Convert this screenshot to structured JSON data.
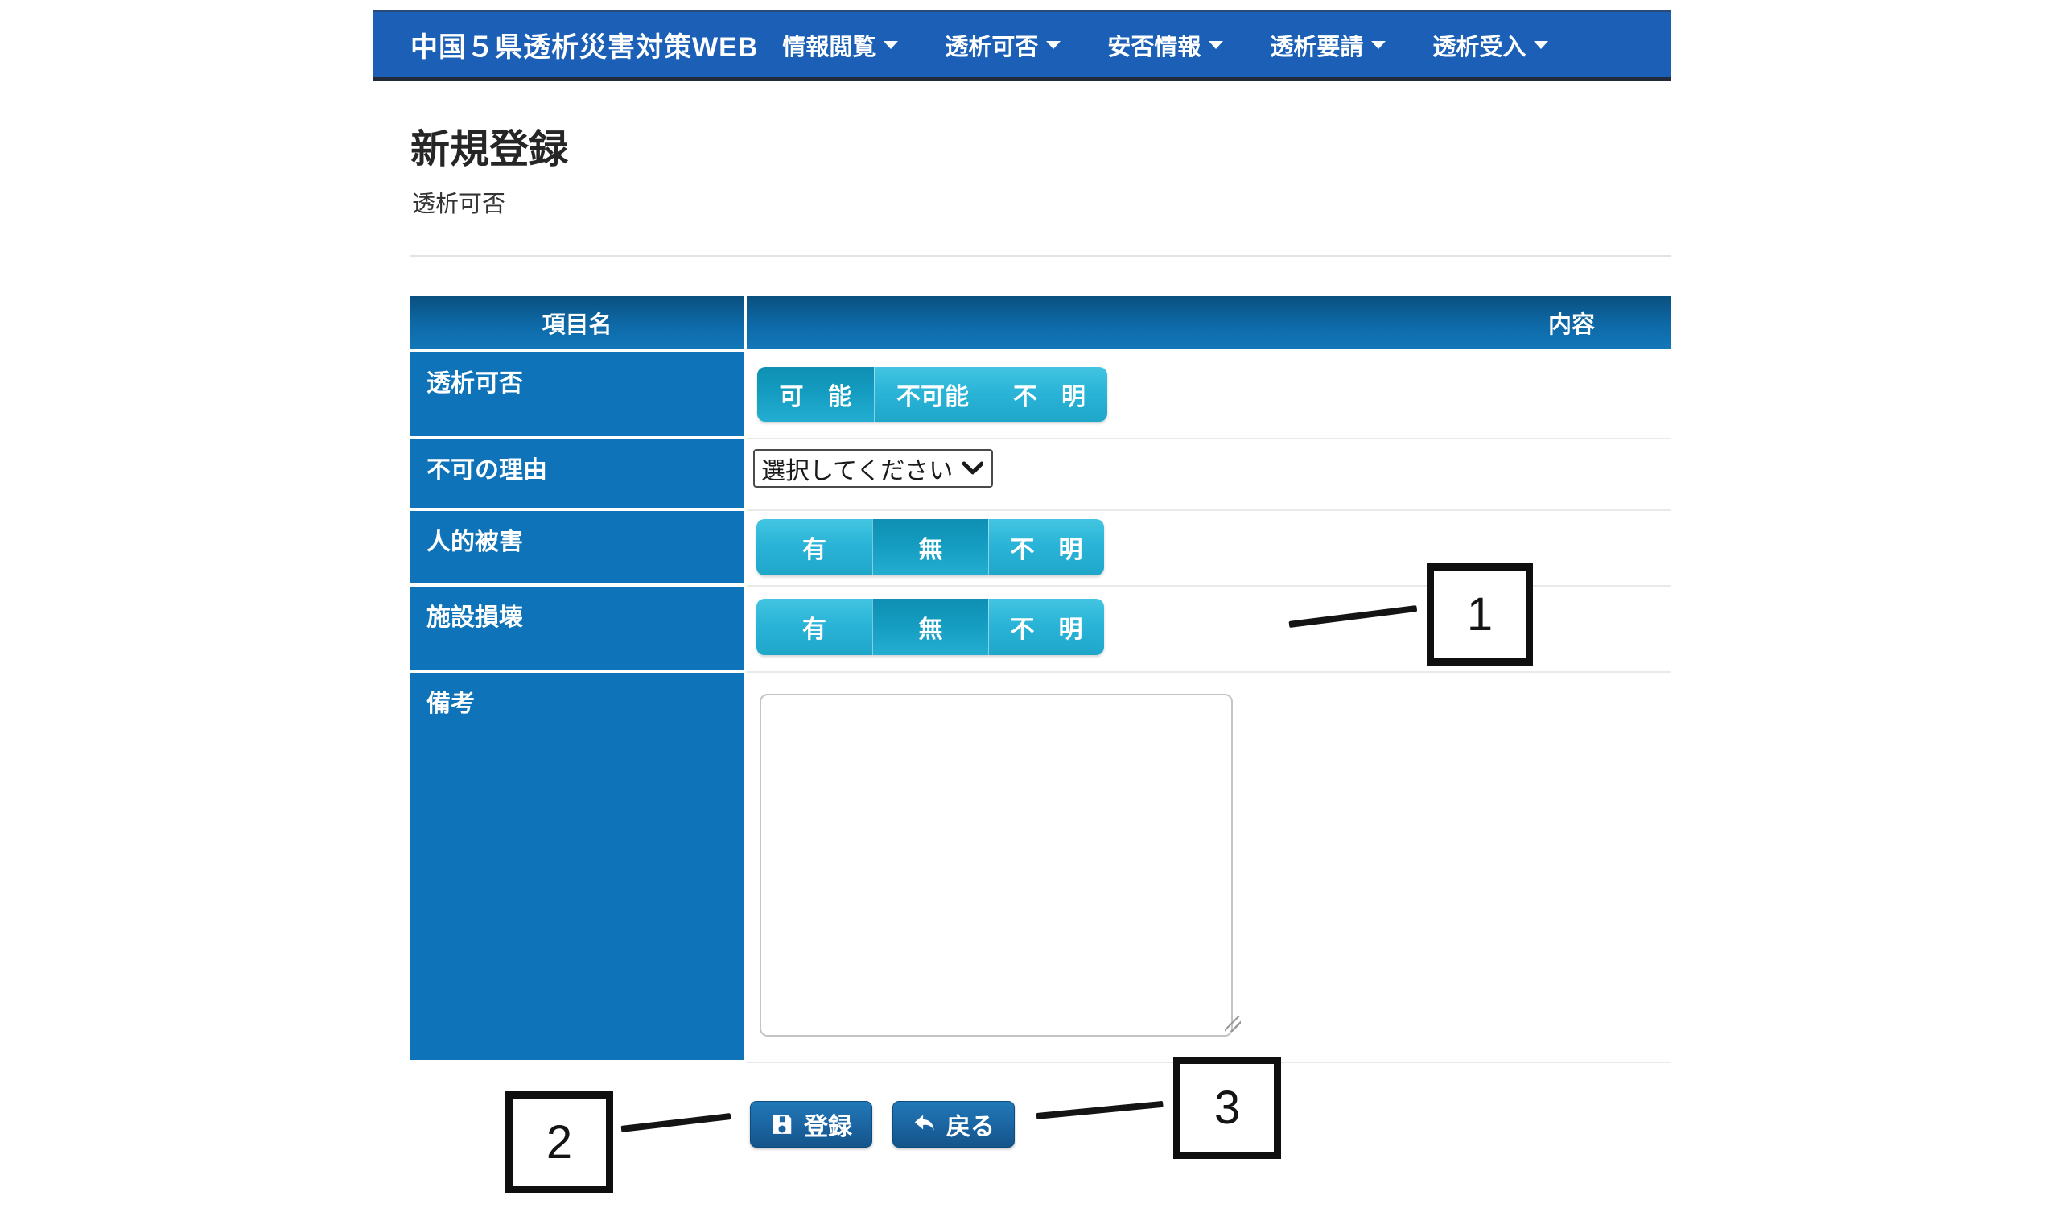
{
  "navbar": {
    "brand": "中国５県透析災害対策WEB",
    "items": [
      {
        "label": "情報閲覧"
      },
      {
        "label": "透析可否"
      },
      {
        "label": "安否情報"
      },
      {
        "label": "透析要請"
      },
      {
        "label": "透析受入"
      }
    ]
  },
  "page": {
    "title": "新規登録",
    "subtitle": "透析可否"
  },
  "table": {
    "col_item": "項目名",
    "col_content": "内容",
    "rows": [
      {
        "label": "透析可否",
        "type": "segmented",
        "options": [
          "可　能",
          "不可能",
          "不　明"
        ],
        "selected": "可　能"
      },
      {
        "label": "不可の理由",
        "type": "select",
        "value": "選択してください"
      },
      {
        "label": "人的被害",
        "type": "segmented",
        "options": [
          "有",
          "無",
          "不　明"
        ],
        "selected": "無"
      },
      {
        "label": "施設損壊",
        "type": "segmented",
        "options": [
          "有",
          "無",
          "不　明"
        ],
        "selected": "無"
      },
      {
        "label": "備考",
        "type": "textarea",
        "value": ""
      }
    ]
  },
  "actions": {
    "save": "登録",
    "back": "戻る"
  },
  "annotations": {
    "box1": "1",
    "box2": "2",
    "box3": "3"
  },
  "icons": {
    "save": "floppy-disk-icon",
    "back": "back-arrow-icon",
    "nav_caret": "caret-down-icon",
    "select_chevron": "chevron-down-icon"
  },
  "colors": {
    "navbar": "#1b60b6",
    "navbar_border": "#222b3a",
    "table_header_top": "#09507f",
    "table_header_bottom": "#1277b9",
    "label_cell": "#0e73b9",
    "segment": "#2ab4d7",
    "segment_selected": "#149cc0",
    "action_button_top": "#2278b7",
    "action_button_bottom": "#14548a",
    "annotation_ink": "#141414"
  }
}
